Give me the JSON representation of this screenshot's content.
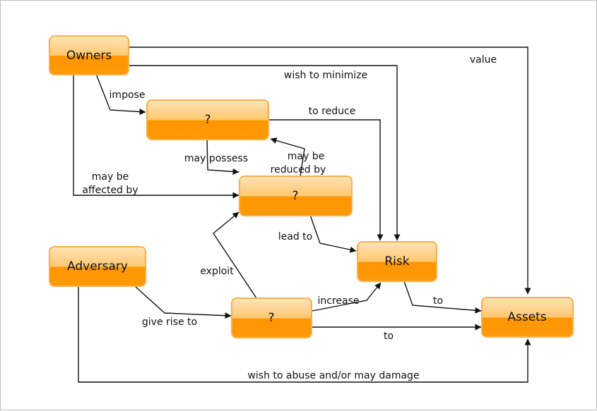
{
  "nodes": {
    "owners": "Owners",
    "countermeasures": "?",
    "vulnerabilities": "?",
    "adversary": "Adversary",
    "threats": "?",
    "risk": "Risk",
    "assets": "Assets"
  },
  "edges": {
    "value": "value",
    "wish_to_minimize": "wish to minimize",
    "impose": "impose",
    "to_reduce": "to reduce",
    "may_possess": "may possess",
    "may_be_reduced_by_1": "may be",
    "may_be_reduced_by_2": "reduced by",
    "may_be_affected_by_1": "may be",
    "may_be_affected_by_2": "affected by",
    "lead_to": "lead to",
    "exploit": "exploit",
    "give_rise_to": "give rise to",
    "increase": "increase",
    "to_assets_from_risk": "to",
    "to_assets_from_threat": "to",
    "wish_to_abuse": "wish to abuse and/or may damage"
  },
  "colors": {
    "node_top": "#ffd9a0",
    "node_bottom": "#ff9500",
    "node_border": "#f6b04a",
    "line": "#111111"
  }
}
